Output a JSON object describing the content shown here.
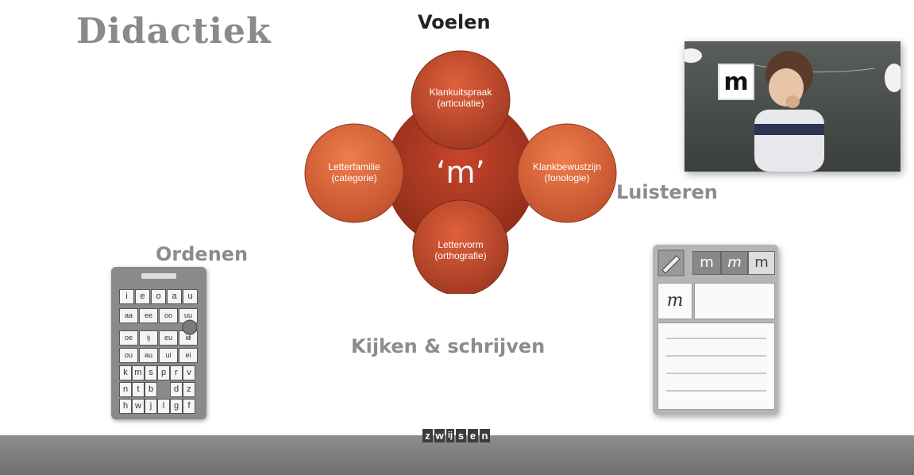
{
  "title": "Didactiek",
  "labels": {
    "voelen": "Voelen",
    "luisteren": "Luisteren",
    "ordenen": "Ordenen",
    "kijken": "Kijken & schrijven"
  },
  "diagram": {
    "center": "‘m’",
    "top": [
      "Klankuitspraak",
      "(articulatie)"
    ],
    "right": [
      "Klankbewustzijn",
      "(fonologie)"
    ],
    "bottom": [
      "Lettervorm",
      "(orthografie)"
    ],
    "left": [
      "Letterfamilie",
      "(categorie)"
    ]
  },
  "video": {
    "letter": "m"
  },
  "tablet": {
    "rows": [
      [
        "i",
        "e",
        "o",
        "a",
        "u"
      ],
      [
        "aa",
        "ee",
        "oo",
        "uu"
      ],
      [
        "oe",
        "ij",
        "eu",
        "ie"
      ],
      [
        "ou",
        "au",
        "ui",
        "ei"
      ],
      [
        "k",
        "m",
        "s",
        "p",
        "r",
        "v"
      ],
      [
        "n",
        "t",
        "b",
        "",
        "d",
        "z"
      ],
      [
        "h",
        "w",
        "j",
        "l",
        "g",
        "f"
      ]
    ]
  },
  "worksheet": {
    "b1": "m",
    "b2": "m",
    "b3": "m",
    "script": "m"
  },
  "footer": {
    "logo_letters": [
      "z",
      "w",
      "ij",
      "s",
      "e",
      "n"
    ]
  },
  "colors": {
    "circle_red": "#b8402c",
    "circle_orange": "#d9623a",
    "center": "#a8381f"
  }
}
